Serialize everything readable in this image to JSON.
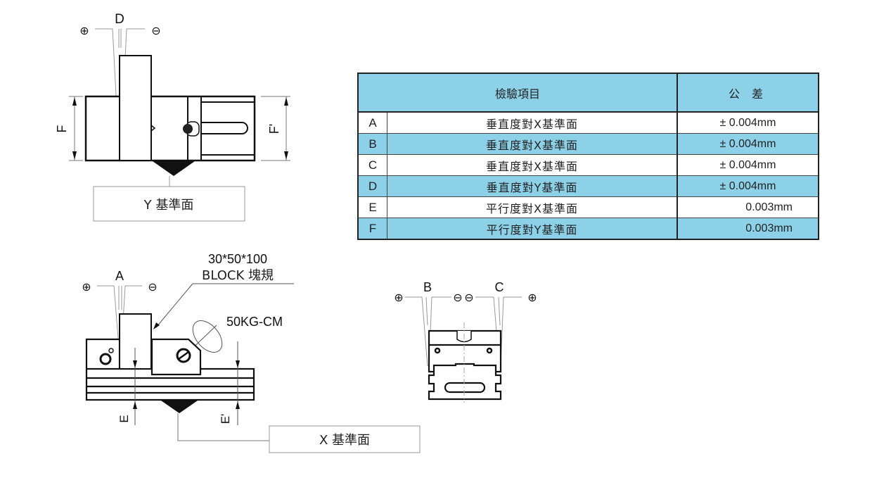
{
  "table": {
    "header_item": "檢驗項目",
    "header_tolerance": "公 差",
    "rows": [
      {
        "key": "A",
        "item": "垂直度對X基準面",
        "tolerance": "± 0.004mm"
      },
      {
        "key": "B",
        "item": "垂直度對X基準面",
        "tolerance": "± 0.004mm"
      },
      {
        "key": "C",
        "item": "垂直度對X基準面",
        "tolerance": "± 0.004mm"
      },
      {
        "key": "D",
        "item": "垂直度對Y基準面",
        "tolerance": "± 0.004mm"
      },
      {
        "key": "E",
        "item": "平行度對X基準面",
        "tolerance": "0.003mm"
      },
      {
        "key": "F",
        "item": "平行度對Y基準面",
        "tolerance": "0.003mm"
      }
    ],
    "header_color": "#8dd1e8"
  },
  "top_view": {
    "label_d": "D",
    "plus": "⊕",
    "minus": "⊖",
    "label_f": "F",
    "label_f_prime": "F'",
    "datum_label": "Y 基準面"
  },
  "front_view": {
    "label_a": "A",
    "plus": "⊕",
    "minus": "⊖",
    "block_size": "30*50*100",
    "block_label": "BLOCK 塊規",
    "torque": "50KG-CM",
    "label_e": "E",
    "label_e_prime": "E'",
    "datum_label": "X 基準面"
  },
  "side_view": {
    "label_b": "B",
    "label_c": "C",
    "plus_left": "⊕",
    "minus_left": "⊖",
    "minus_right": "⊖",
    "plus_right": "⊕"
  }
}
